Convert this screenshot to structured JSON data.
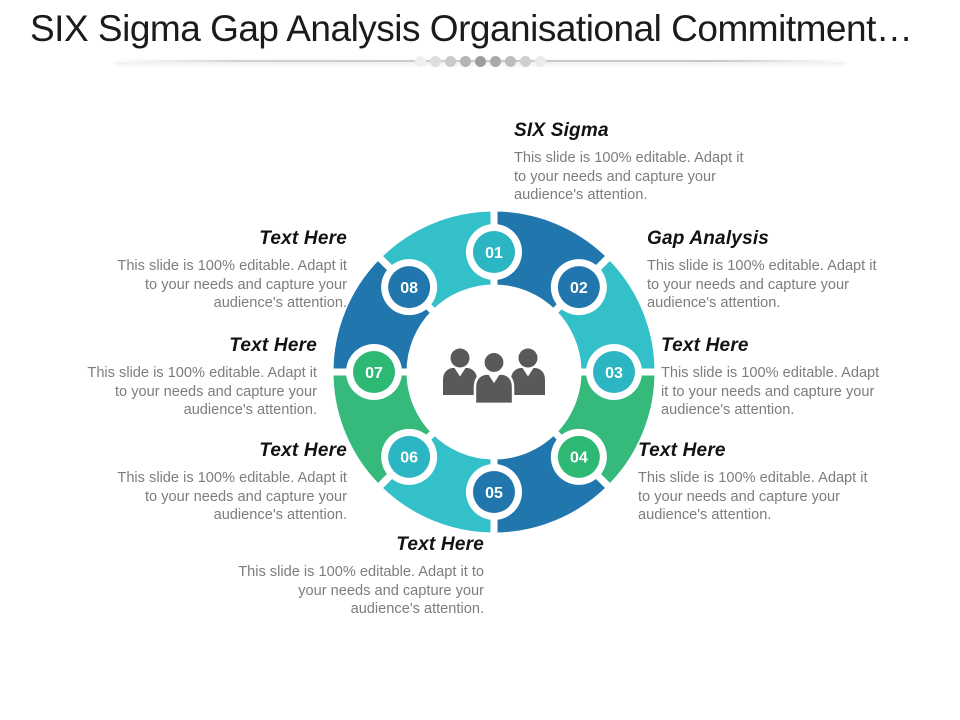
{
  "slide": {
    "title": "SIX Sigma Gap Analysis Organisational Commitment…",
    "background": "#ffffff"
  },
  "divider": {
    "line_color": "#cfcfcf",
    "dot_colors": [
      "#efefef",
      "#dedede",
      "#c9c9c9",
      "#b5b5b5",
      "#9e9e9e",
      "#a9a9a9",
      "#bdbdbd",
      "#cfcfcf",
      "#eaeaea"
    ]
  },
  "wheel": {
    "center_icon": "team-people-icon",
    "icon_color": "#58595b",
    "colors": {
      "blue": "#2176ad",
      "teal": "#34c0c9",
      "teal_node": "#2cb5c2",
      "green": "#36ba7b",
      "green_node": "#2db873",
      "ring_gap": "#ffffff",
      "node_text": "#ffffff"
    },
    "segments": [
      {
        "from": "01",
        "to": "02",
        "color": "blue"
      },
      {
        "from": "02",
        "to": "03",
        "color": "teal"
      },
      {
        "from": "03",
        "to": "04",
        "color": "green"
      },
      {
        "from": "04",
        "to": "05",
        "color": "blue"
      },
      {
        "from": "05",
        "to": "06",
        "color": "teal"
      },
      {
        "from": "06",
        "to": "07",
        "color": "green"
      },
      {
        "from": "07",
        "to": "08",
        "color": "blue"
      },
      {
        "from": "08",
        "to": "01",
        "color": "teal"
      }
    ],
    "nodes": [
      {
        "label": "01",
        "color": "teal_node",
        "clock": "12:00"
      },
      {
        "label": "02",
        "color": "blue",
        "clock": "1:30"
      },
      {
        "label": "03",
        "color": "teal_node",
        "clock": "3:00"
      },
      {
        "label": "04",
        "color": "green_node",
        "clock": "4:30"
      },
      {
        "label": "05",
        "color": "blue",
        "clock": "6:00"
      },
      {
        "label": "06",
        "color": "teal_node",
        "clock": "7:30"
      },
      {
        "label": "07",
        "color": "green_node",
        "clock": "9:00"
      },
      {
        "label": "08",
        "color": "blue",
        "clock": "10:30"
      }
    ]
  },
  "blocks": [
    {
      "id": "six-sigma",
      "heading": "SIX Sigma",
      "body": "This slide is 100% editable. Adapt it to your needs and capture your audience's attention.",
      "align": "left"
    },
    {
      "id": "gap-analysis",
      "heading": "Gap Analysis",
      "body": "This slide is 100% editable. Adapt it to your needs and capture your audience's attention.",
      "align": "left"
    },
    {
      "id": "right-middle",
      "heading": "Text Here",
      "body": "This slide is 100% editable. Adapt it to your needs and capture your audience's attention.",
      "align": "left"
    },
    {
      "id": "lower-right",
      "heading": "Text Here",
      "body": "This slide is 100% editable. Adapt it to your needs and capture your audience's attention.",
      "align": "left"
    },
    {
      "id": "bottom",
      "heading": "Text Here",
      "body": "This slide is 100% editable. Adapt it to your needs and capture your audience's attention.",
      "align": "right"
    },
    {
      "id": "lower-left",
      "heading": "Text Here",
      "body": "This slide is 100% editable. Adapt it to your needs and capture your audience's attention.",
      "align": "right"
    },
    {
      "id": "left-middle",
      "heading": "Text Here",
      "body": "This slide is 100% editable. Adapt it to your needs and capture your audience's attention.",
      "align": "right"
    },
    {
      "id": "upper-left",
      "heading": "Text Here",
      "body": "This slide is 100% editable. Adapt it to your needs and capture your audience's attention.",
      "align": "right"
    }
  ]
}
